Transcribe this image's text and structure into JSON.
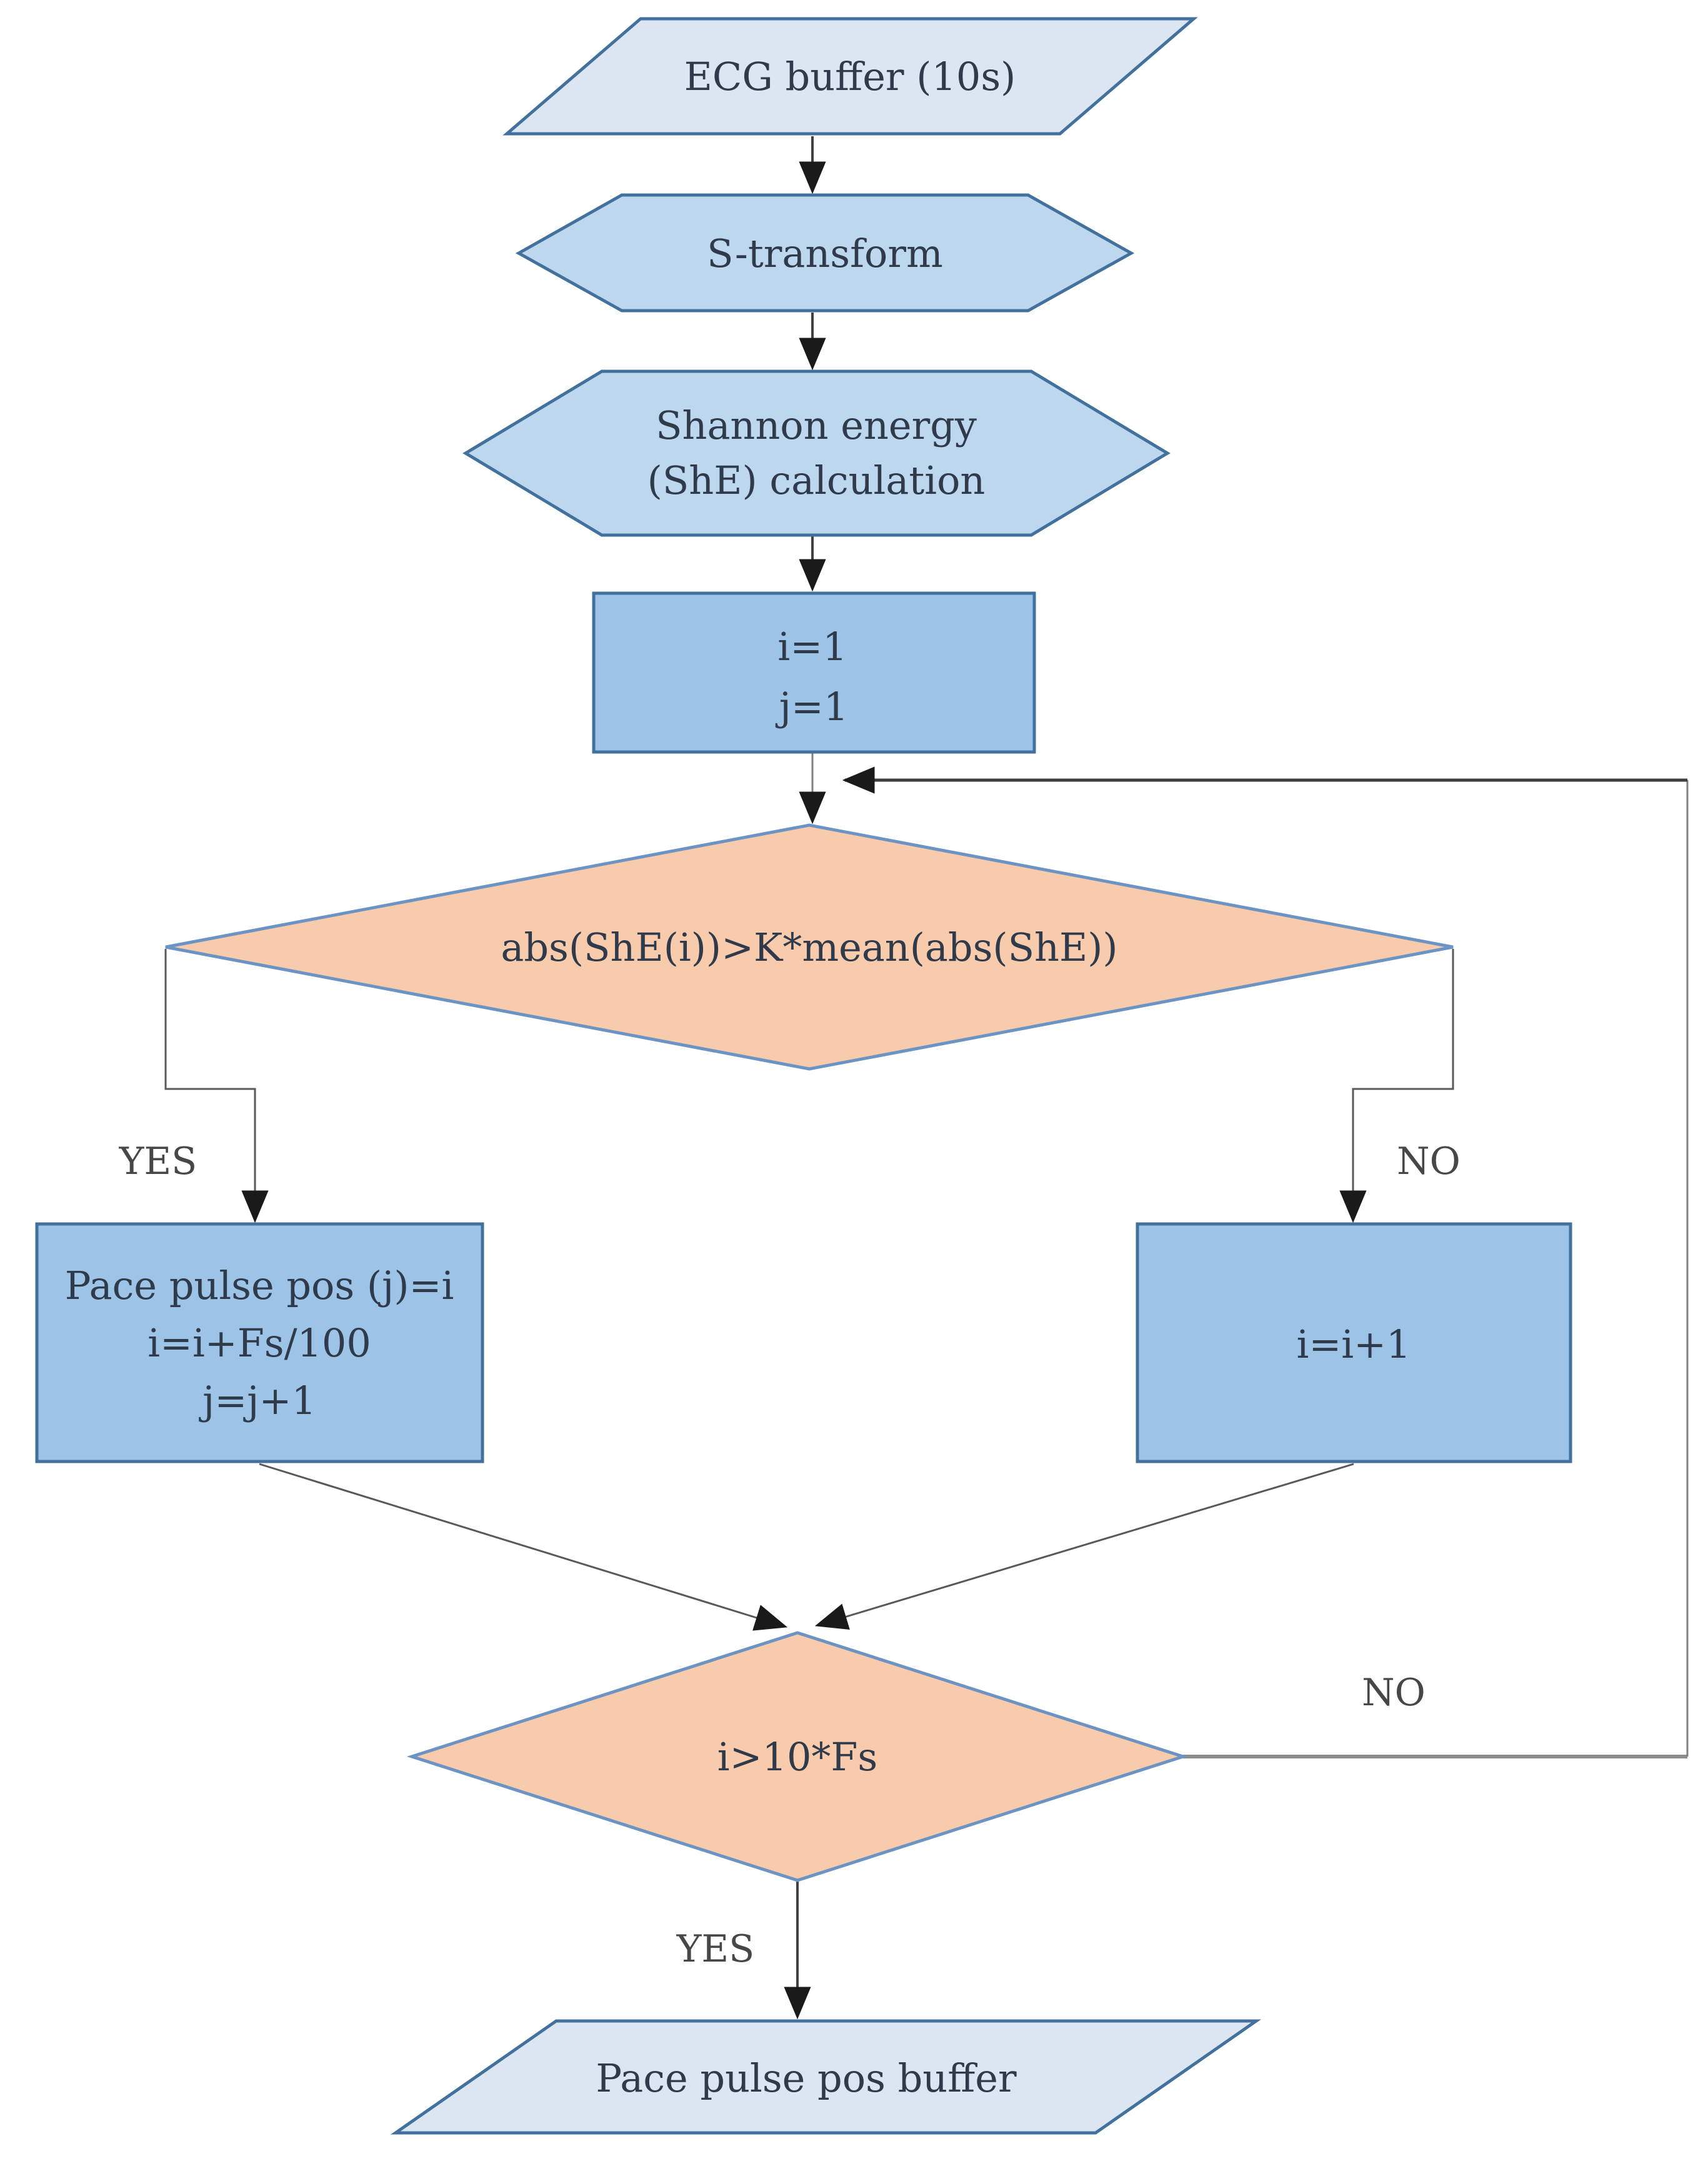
{
  "diagram": {
    "type": "flowchart",
    "colors": {
      "io_fill": "#dce6f2",
      "hexagon_fill": "#bdd7ee",
      "rect_fill": "#9dc3e6",
      "decision_fill": "#f8cbad",
      "shape_border": "#41719c",
      "decision_border": "#6b93c3",
      "connector_gray": "#595959",
      "connector_dark": "#404040",
      "connector_light": "#8c8c8c",
      "arrowhead": "#1a1a1a",
      "node_text": "#2f3a4a",
      "label_text": "#474747"
    },
    "nodes": {
      "ecg_buffer": {
        "shape": "parallelogram",
        "label": "ECG buffer (10s)"
      },
      "s_transform": {
        "shape": "hexagon",
        "label": "S-transform"
      },
      "shannon_energy": {
        "shape": "hexagon",
        "line1": "Shannon energy",
        "line2": "(ShE) calculation"
      },
      "init": {
        "shape": "rectangle",
        "line1": "i=1",
        "line2": "j=1"
      },
      "threshold_check": {
        "shape": "diamond",
        "label": "abs(ShE(i))>K*mean(abs(ShE))"
      },
      "store_pace": {
        "shape": "rectangle",
        "line1": "Pace pulse pos (j)=i",
        "line2": "i=i+Fs/100",
        "line3": "j=j+1"
      },
      "increment": {
        "shape": "rectangle",
        "label": "i=i+1"
      },
      "end_check": {
        "shape": "diamond",
        "label": "i>10*Fs"
      },
      "pace_buffer": {
        "shape": "parallelogram",
        "label": "Pace pulse pos buffer"
      }
    },
    "edge_labels": {
      "threshold_yes": "YES",
      "threshold_no": "NO",
      "end_no": "NO",
      "end_yes": "YES"
    }
  }
}
